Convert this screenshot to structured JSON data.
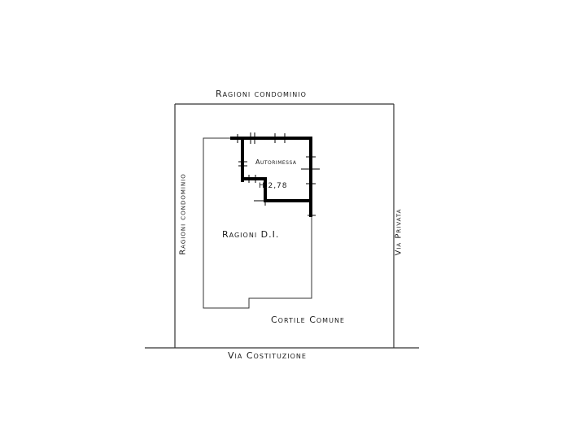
{
  "drawing": {
    "type": "site plan",
    "labels": {
      "top_boundary": "Ragioni condominio",
      "left_boundary": "Ragioni condominio",
      "right_street": "Via Privata",
      "bottom_street": "Via Costituzione",
      "garage_room": "Autorimessa",
      "garage_height": "H.2,78",
      "property": "Ragioni D.I.",
      "courtyard": "Cortile Comune"
    },
    "colors": {
      "line": "#1a1a1a",
      "wall": "#000000",
      "background": "#ffffff"
    }
  }
}
